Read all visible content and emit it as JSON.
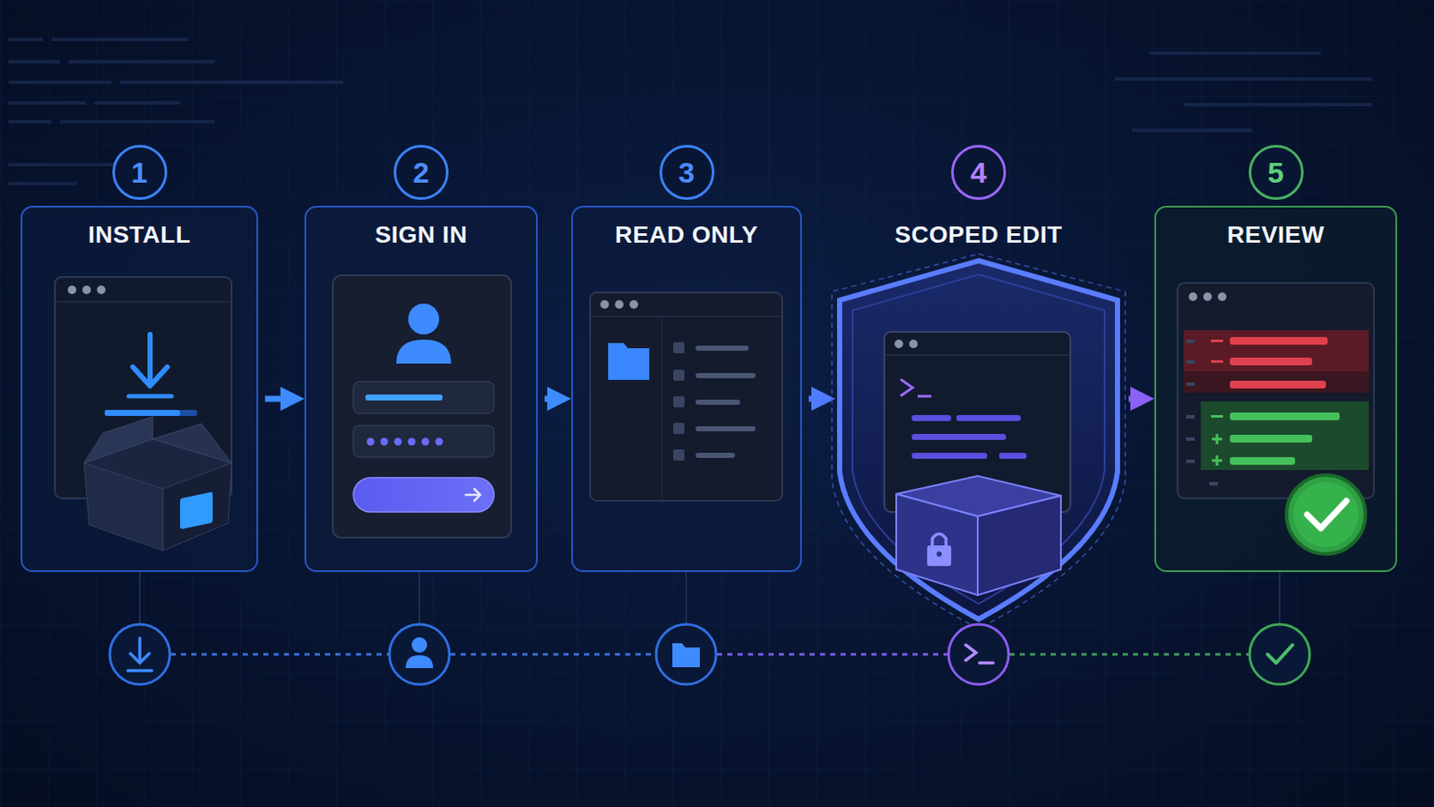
{
  "diagram": {
    "nodes": [
      {
        "text": [
          "1",
          "INSTALL"
        ]
      },
      {
        "text": [
          "2",
          "SIGN IN"
        ]
      },
      {
        "text": [
          "3",
          "READ ONLY"
        ]
      },
      {
        "text": [
          "4",
          "SCOPED EDIT"
        ]
      },
      {
        "text": [
          "5",
          "REVIEW"
        ]
      }
    ],
    "edges": [
      {
        "from": 0,
        "to": 1,
        "arrow": "to"
      },
      {
        "from": 1,
        "to": 2,
        "arrow": "to"
      },
      {
        "from": 2,
        "to": 3,
        "arrow": "to"
      },
      {
        "from": 3,
        "to": 4,
        "arrow": "to"
      }
    ]
  }
}
